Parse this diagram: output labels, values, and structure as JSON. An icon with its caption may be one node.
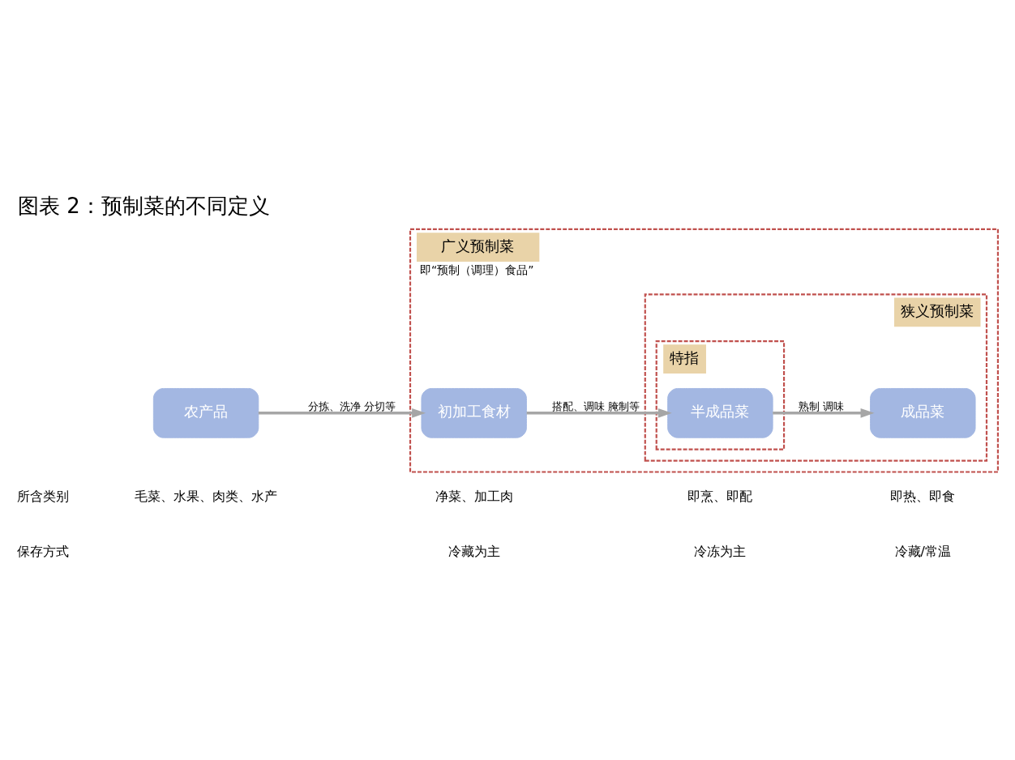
{
  "diagram": {
    "title": "图表 2：预制菜的不同定义",
    "nodes": [
      {
        "text": [
          "广义预制菜",
          "即“预制（调理）食品”"
        ]
      },
      {
        "text": [
          "狭义预制菜"
        ],
        "in": 0
      },
      {
        "text": [
          "特指"
        ],
        "in": 1
      },
      {
        "text": [
          "农产品"
        ]
      },
      {
        "text": [
          "初加工食材"
        ],
        "in": 0
      },
      {
        "text": [
          "半成品菜"
        ],
        "in": 2
      },
      {
        "text": [
          "成品菜"
        ],
        "in": 1
      }
    ],
    "edges": [
      {
        "from": 3,
        "to": 4,
        "arrow": "to",
        "label": "分拣、洗净 分切等"
      },
      {
        "from": 4,
        "to": 5,
        "arrow": "to",
        "label": "搭配、调味 腌制等"
      },
      {
        "from": 5,
        "to": 6,
        "arrow": "to",
        "label": "熟制 调味"
      }
    ],
    "labels": [
      "所含类别",
      "毛菜、水果、肉类、水产",
      "净菜、加工肉",
      "即烹、即配",
      "即热、即食",
      "保存方式",
      "冷藏为主",
      "冷冻为主",
      "冷藏/常温"
    ]
  }
}
